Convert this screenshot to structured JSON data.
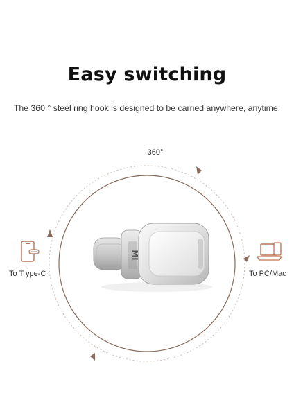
{
  "heading": {
    "title": "Easy switching",
    "subtitle": "The 360 ° steel ring hook is designed to be carried anywhere, anytime."
  },
  "diagram": {
    "rotation_label": "360°",
    "left_label": "To T ype-C",
    "right_label": "To PC/Mac",
    "device_logo": "MI",
    "icons": {
      "left": "phone-typec-icon",
      "right": "laptop-icon"
    }
  },
  "colors": {
    "title": "#111111",
    "text": "#333333",
    "ring": "#8a6a5a",
    "dashed_ring": "#c9b8ae",
    "accent_icon": "#c0714f",
    "metal_light": "#f1f1f1",
    "metal_mid": "#cfcfcf",
    "metal_dark": "#9c9c9c"
  }
}
